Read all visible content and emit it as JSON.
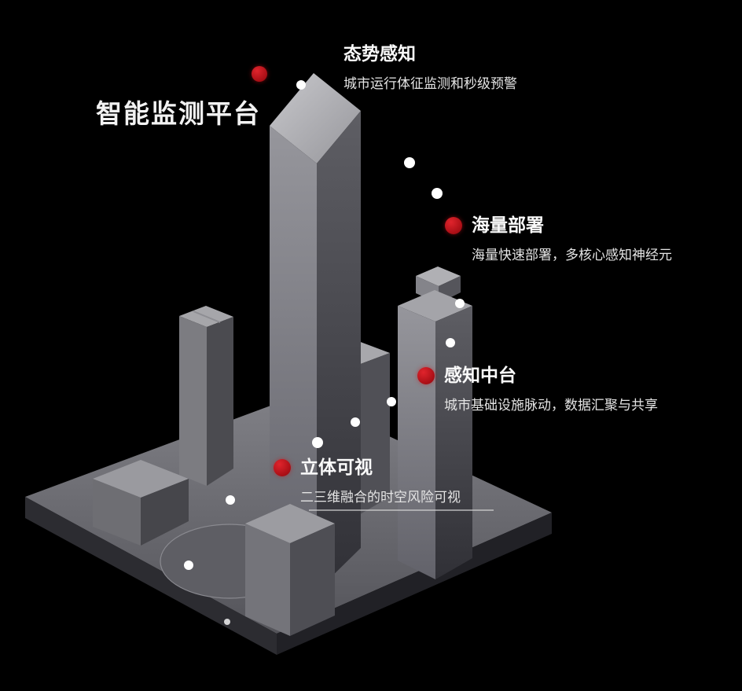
{
  "title": {
    "text": "智能监测平台"
  },
  "features": [
    {
      "label": "态势感知",
      "desc": "城市运行体征监测和秒级预警"
    },
    {
      "label": "海量部署",
      "desc": "海量快速部署，多核心感知神经元"
    },
    {
      "label": "感知中台",
      "desc": "城市基础设施脉动，数据汇聚与共享"
    },
    {
      "label": "立体可视",
      "desc": "二三维融合的时空风险可视"
    }
  ],
  "colors": {
    "background": "#000000",
    "accent_red": "#c1121f",
    "trail_dot": "#ffffff",
    "text_primary": "#f2f2f2",
    "text_secondary": "#e4e4e4",
    "building_gray": "#7e7e83"
  }
}
